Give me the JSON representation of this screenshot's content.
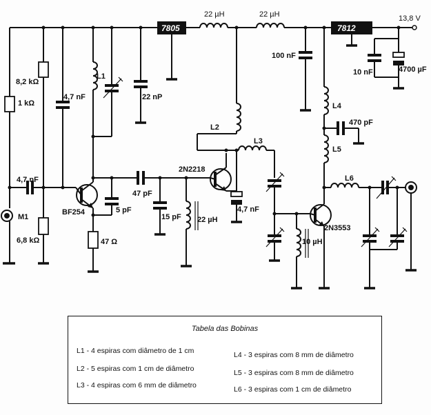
{
  "components": {
    "reg1": "7805",
    "reg2": "7812",
    "supply": "13,8 V",
    "l_choke1": "22 µH",
    "l_choke2": "22 µH",
    "c_100n": "100 nF",
    "c_10n": "10 nF",
    "c_4700u": "4700 µF",
    "r_8k2": "8,2 kΩ",
    "r_1k": "1 kΩ",
    "c_4n7_a": "4,7 nF",
    "l1": "L1",
    "c_22p": "22 nP",
    "l4": "L4",
    "c_470p": "470 pF",
    "l5": "L5",
    "l2": "L2",
    "l3": "L3",
    "t_2n2218": "2N2218",
    "c_47p": "47 pF",
    "l6": "L6",
    "c_4n7_in": "4,7 nF",
    "mic": "M1",
    "t_bf254": "BF254",
    "c_5p": "5 pF",
    "c_4n7_b": "4,7 nF",
    "t_2n3553": "2N3553",
    "r_6k8": "6,8 kΩ",
    "c_15p": "15 pF",
    "l_22u": "22 µH",
    "r_47": "47 Ω",
    "l_10u": "10 µH"
  },
  "table": {
    "title": "Tabela das Bobinas",
    "items": [
      "L1 - 4 espiras com diâmetro de 1 cm",
      "L2 - 5 espiras com 1 cm de diâmetro",
      "L3 - 4 espiras com 6 mm de diâmetro",
      "L4 - 3 espiras com 8 mm de diâmetro",
      "L5 - 3 espiras com 8 mm de diâmetro",
      "L6 - 3 espiras com 1 cm de diâmetro"
    ]
  }
}
